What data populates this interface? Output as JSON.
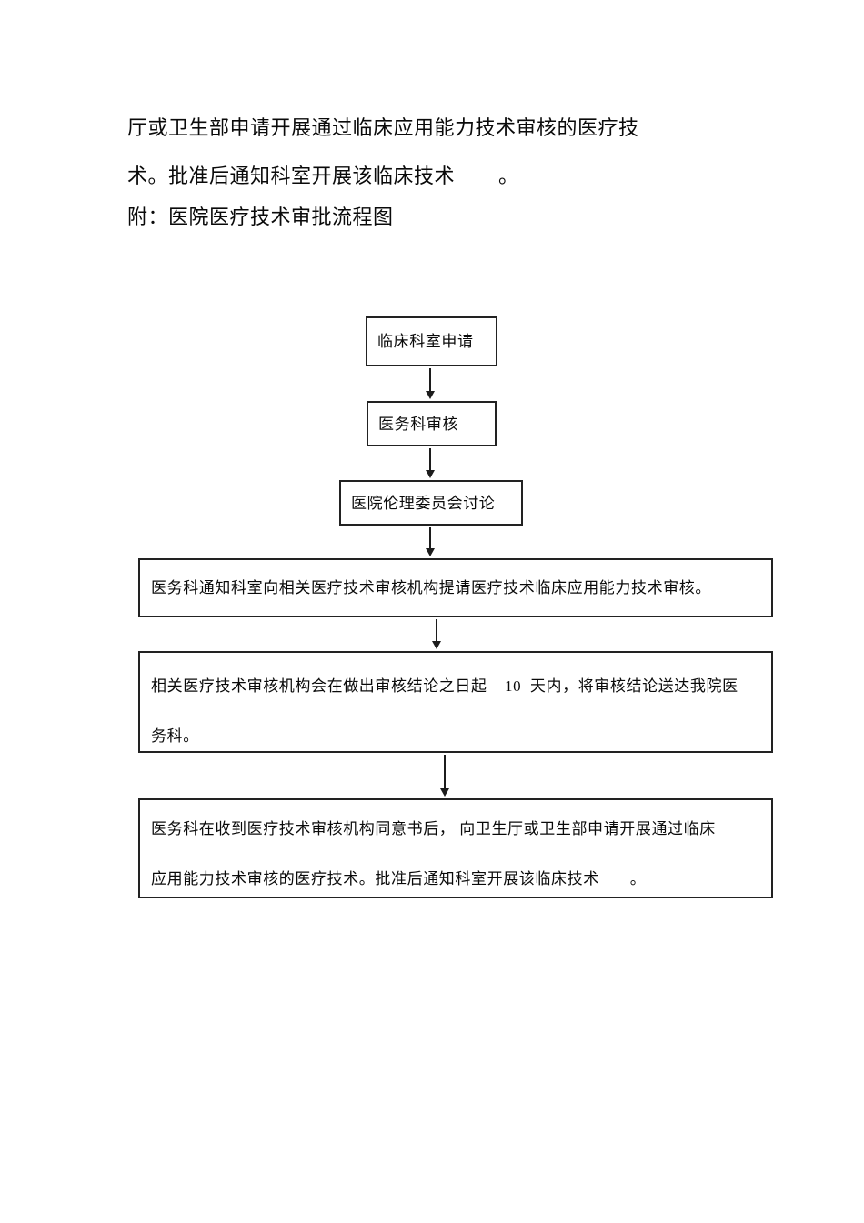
{
  "page": {
    "background": "#ffffff",
    "text_color": "#0a0a0a",
    "box_border_color": "#222222"
  },
  "paragraph": {
    "lines": [
      "厅或卫生部申请开展通过临床应用能力技术审核的医疗技",
      "术。批准后通知科室开展该临床技术        。",
      "附：医院医疗技术审批流程图"
    ]
  },
  "flowchart": {
    "boxes": [
      {
        "id": "clinical-dept-apply",
        "lines": [
          "临床科室申请"
        ]
      },
      {
        "id": "medical-affairs-review",
        "lines": [
          "医务科审核"
        ]
      },
      {
        "id": "ethics-committee-discussion",
        "lines": [
          "医院伦理委员会讨论"
        ]
      },
      {
        "id": "notify-review-org",
        "lines": [
          "医务科通知科室向相关医疗技术审核机构提请医疗技术临床应用能力技术审核。"
        ]
      },
      {
        "id": "review-org-conclusion",
        "lines": [
          "相关医疗技术审核机构会在做出审核结论之日起    10  天内，将审核结论送达我院医",
          "务科。"
        ]
      },
      {
        "id": "apply-health-dept",
        "lines": [
          "医务科在收到医疗技术审核机构同意书后， 向卫生厅或卫生部申请开展通过临床",
          "应用能力技术审核的医疗技术。批准后通知科室开展该临床技术       。"
        ]
      }
    ]
  }
}
